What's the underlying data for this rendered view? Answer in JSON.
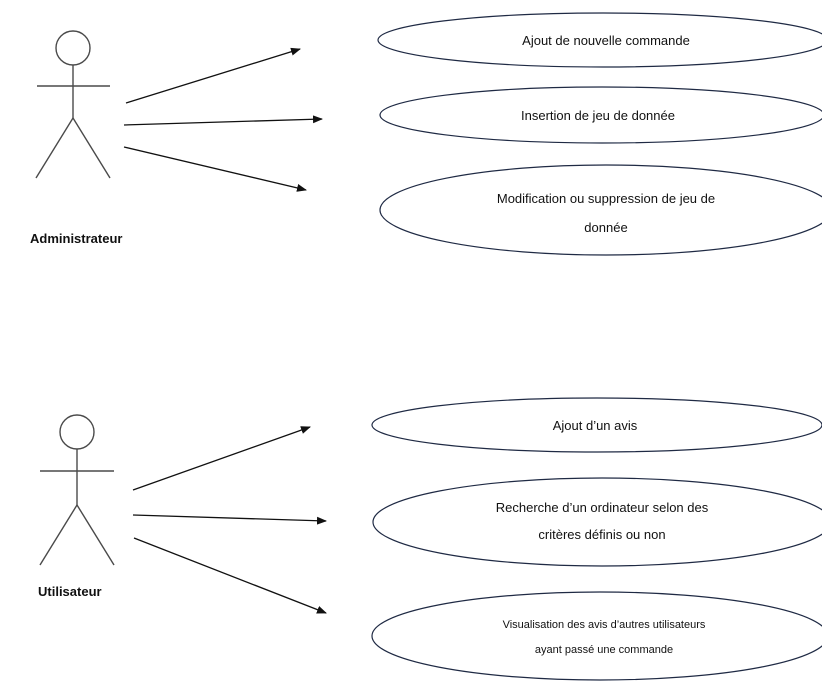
{
  "actors": [
    {
      "id": "admin",
      "label": "Administrateur",
      "use_cases": [
        {
          "lines": [
            "Ajout de nouvelle commande"
          ]
        },
        {
          "lines": [
            "Insertion de jeu de donnée"
          ]
        },
        {
          "lines": [
            "Modification ou suppression de jeu de",
            "donnée"
          ]
        }
      ]
    },
    {
      "id": "user",
      "label": "Utilisateur",
      "use_cases": [
        {
          "lines": [
            "Ajout d’un avis"
          ]
        },
        {
          "lines": [
            "Recherche d’un ordinateur selon des",
            "critères définis ou non"
          ]
        },
        {
          "lines": [
            "Visualisation des avis d’autres utilisateurs",
            "ayant passé une commande"
          ]
        }
      ]
    }
  ],
  "colors": {
    "ellipse_stroke": "#1f2a44",
    "actor_stroke": "#4a4a4a",
    "arrow": "#111111"
  }
}
